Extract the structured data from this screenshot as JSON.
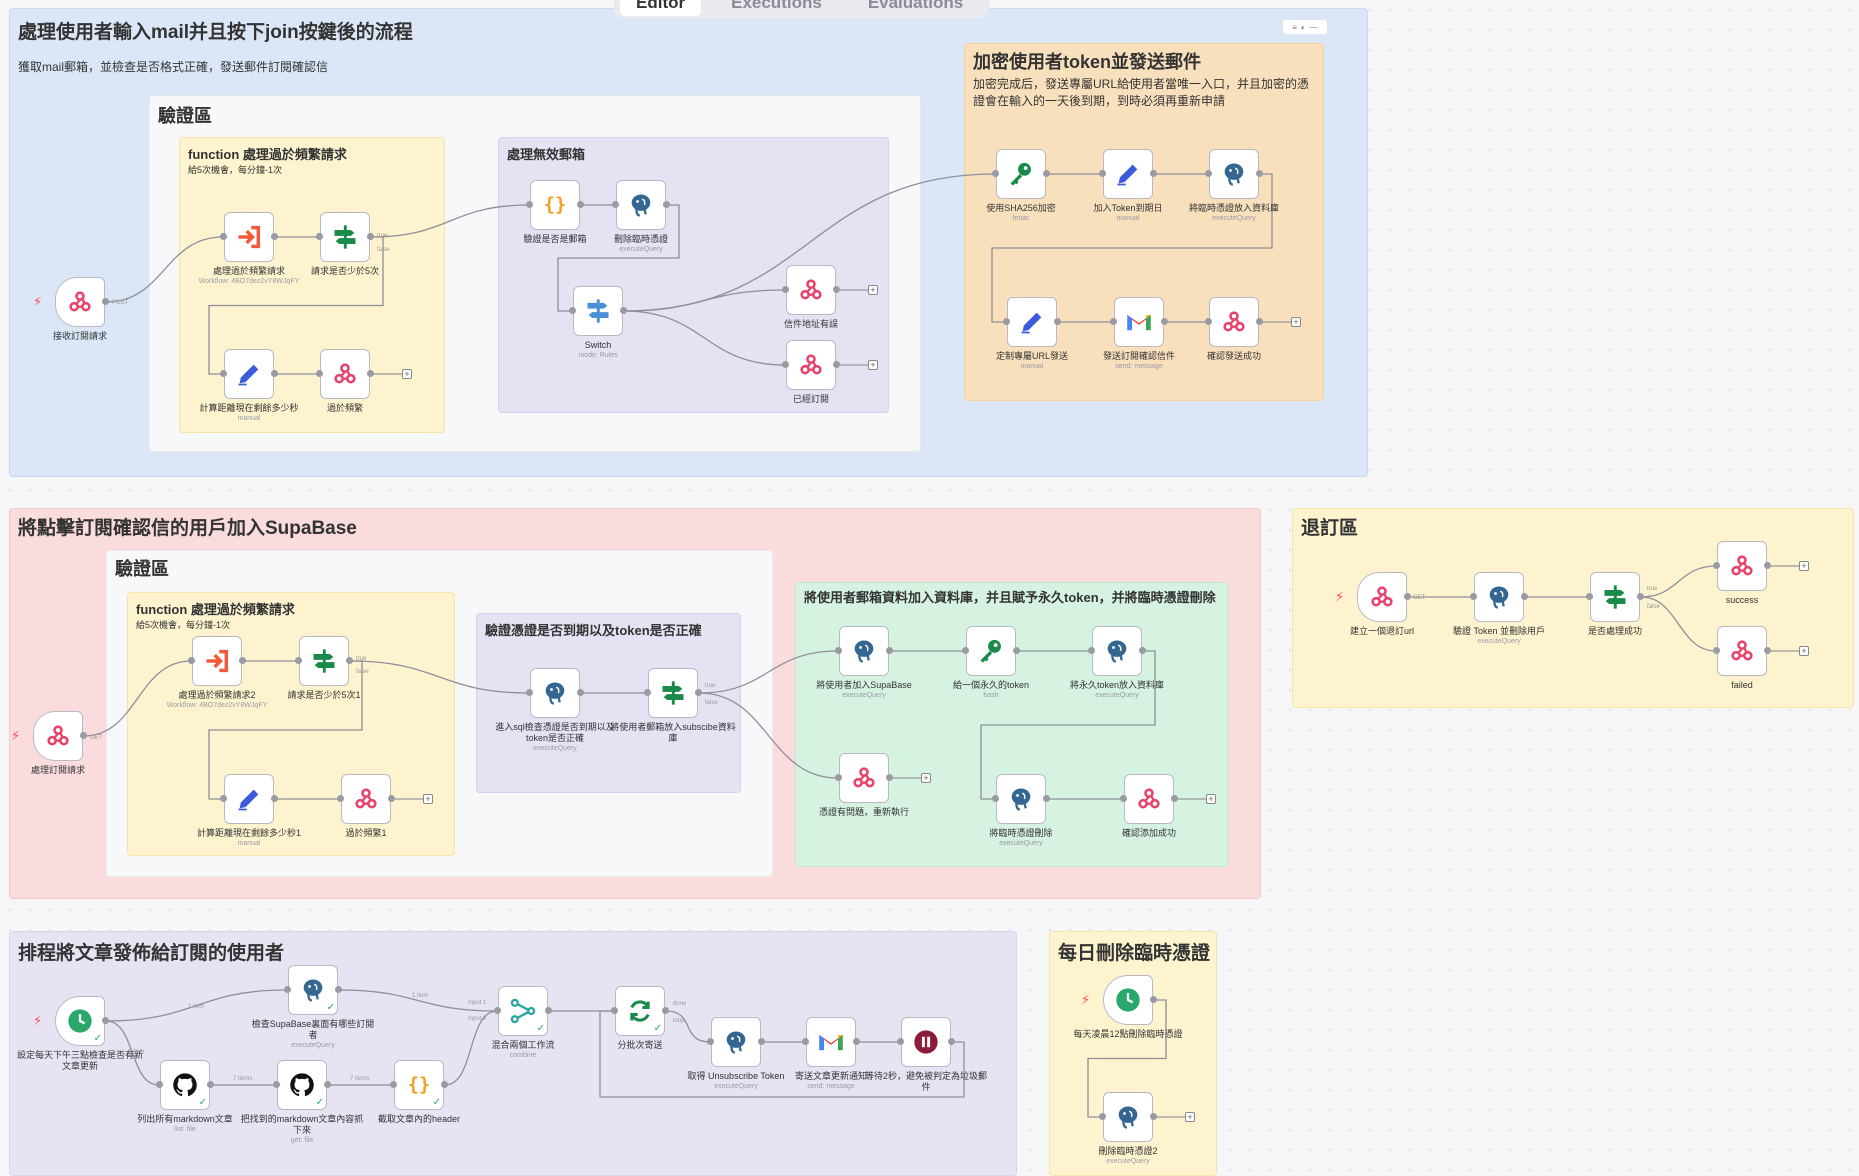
{
  "tabs": [
    {
      "label": "Editor"
    },
    {
      "label": "Executions"
    },
    {
      "label": "Evaluations"
    }
  ],
  "sticky_notes": [
    {
      "id": "s1",
      "title": "處理使用者輸入mail并且按下join按鍵後的流程",
      "subtitle": "獲取mail郵箱，並檢查是否格式正確，發送郵件訂閱確認信"
    },
    {
      "id": "s2",
      "title": "驗證區"
    },
    {
      "id": "s3",
      "title": "function 處理過於頻繁請求",
      "subtitle": "給5次機會，每分鐘-1次"
    },
    {
      "id": "s4",
      "title": "處理無效郵箱"
    },
    {
      "id": "s5",
      "title": "加密使用者token並發送郵件",
      "subtitle": "加密完成后，發送專屬URL給使用者當唯一入口，并且加密的憑證會在輸入的一天後到期，到時必須再重新申請"
    },
    {
      "id": "s6",
      "title": "將點擊訂閱確認信的用戶加入SupaBase"
    },
    {
      "id": "s7",
      "title": "驗證區"
    },
    {
      "id": "s8",
      "title": "function 處理過於頻繁請求",
      "subtitle": "給5次機會，每分鐘-1次"
    },
    {
      "id": "s9",
      "title": "驗證憑證是否到期以及token是否正確"
    },
    {
      "id": "s10",
      "title": "將使用者郵箱資料加入資料庫，并且賦予永久token，并將臨時憑證刪除"
    },
    {
      "id": "s11",
      "title": "退訂區"
    },
    {
      "id": "s12",
      "title": "排程將文章發佈給訂閱的使用者"
    },
    {
      "id": "s13",
      "title": "每日刪除臨時憑證"
    }
  ],
  "nodes": [
    {
      "id": "n1",
      "label": "接收訂閱請求",
      "sub": "",
      "icon": "webhook-icon"
    },
    {
      "id": "n2",
      "label": "處理過於頻繁請求",
      "sub": "Workflow: 4BO7dez2vY8WJqFY",
      "icon": "execute-workflow-icon"
    },
    {
      "id": "n3",
      "label": "請求是否少於5次",
      "sub": "",
      "icon": "if-icon"
    },
    {
      "id": "n4",
      "label": "計算距離現在剩餘多少秒",
      "sub": "manual",
      "icon": "edit-fields-icon"
    },
    {
      "id": "n5",
      "label": "過於頻繁",
      "sub": "",
      "icon": "webhook-response-icon"
    },
    {
      "id": "n6",
      "label": "驗證是否是郵箱",
      "sub": "",
      "icon": "code-icon"
    },
    {
      "id": "n7",
      "label": "刪除臨時憑證",
      "sub": "executeQuery",
      "icon": "postgres-icon"
    },
    {
      "id": "n8",
      "label": "Switch",
      "sub": "mode: Rules",
      "icon": "switch-icon"
    },
    {
      "id": "n9",
      "label": "信件地址有誤",
      "sub": "",
      "icon": "webhook-response-icon"
    },
    {
      "id": "n10",
      "label": "已經訂閱",
      "sub": "",
      "icon": "webhook-response-icon"
    },
    {
      "id": "n11",
      "label": "使用SHA256加密",
      "sub": "hmac",
      "icon": "crypto-icon"
    },
    {
      "id": "n12",
      "label": "加入Token到期日",
      "sub": "manual",
      "icon": "edit-fields-icon"
    },
    {
      "id": "n13",
      "label": "將臨時憑證放入資料庫",
      "sub": "executeQuery",
      "icon": "postgres-icon"
    },
    {
      "id": "n14",
      "label": "定制專屬URL發送",
      "sub": "manual",
      "icon": "edit-fields-icon"
    },
    {
      "id": "n15",
      "label": "發送訂閱確認信件",
      "sub": "send: message",
      "icon": "gmail-icon"
    },
    {
      "id": "n16",
      "label": "確認發送成功",
      "sub": "",
      "icon": "webhook-response-icon"
    },
    {
      "id": "n17",
      "label": "處理訂閱請求",
      "sub": "",
      "icon": "webhook-icon"
    },
    {
      "id": "n18",
      "label": "處理過於頻繁請求2",
      "sub": "Workflow: 4BO7dez2vY8WJqFY",
      "icon": "execute-workflow-icon"
    },
    {
      "id": "n19",
      "label": "請求是否少於5次1",
      "sub": "",
      "icon": "if-icon"
    },
    {
      "id": "n20",
      "label": "計算距離現在剩餘多少秒1",
      "sub": "manual",
      "icon": "edit-fields-icon"
    },
    {
      "id": "n21",
      "label": "過於頻繁1",
      "sub": "",
      "icon": "webhook-response-icon"
    },
    {
      "id": "n22",
      "label": "進入sql檢查憑證是否到期以及token是否正確",
      "sub": "executeQuery",
      "icon": "postgres-icon"
    },
    {
      "id": "n23",
      "label": "將使用者郵箱放入subscibe資料庫",
      "sub": "",
      "icon": "if-icon"
    },
    {
      "id": "n24",
      "label": "將使用者加入SupaBase",
      "sub": "executeQuery",
      "icon": "postgres-icon"
    },
    {
      "id": "n25",
      "label": "給一個永久的token",
      "sub": "hash",
      "icon": "crypto-icon"
    },
    {
      "id": "n26",
      "label": "將永久token放入資料庫",
      "sub": "executeQuery",
      "icon": "postgres-icon"
    },
    {
      "id": "n27",
      "label": "憑證有問題，重新執行",
      "sub": "",
      "icon": "webhook-response-icon"
    },
    {
      "id": "n28",
      "label": "將臨時憑證刪除",
      "sub": "executeQuery",
      "icon": "postgres-icon"
    },
    {
      "id": "n29",
      "label": "確認添加成功",
      "sub": "",
      "icon": "webhook-response-icon"
    },
    {
      "id": "n30",
      "label": "建立一個退訂url",
      "sub": "",
      "icon": "webhook-icon"
    },
    {
      "id": "n31",
      "label": "驗證 Token 並刪除用戶",
      "sub": "executeQuery",
      "icon": "postgres-icon"
    },
    {
      "id": "n32",
      "label": "是否處理成功",
      "sub": "",
      "icon": "if-icon"
    },
    {
      "id": "n33",
      "label": "success",
      "sub": "",
      "icon": "webhook-response-icon"
    },
    {
      "id": "n34",
      "label": "failed",
      "sub": "",
      "icon": "webhook-response-icon"
    },
    {
      "id": "n35",
      "label": "設定每天下午三點檢查是否有新文章更新",
      "sub": "",
      "icon": "schedule-icon"
    },
    {
      "id": "n36",
      "label": "檢查SupaBase裏面有哪些訂閱者",
      "sub": "executeQuery",
      "icon": "postgres-icon"
    },
    {
      "id": "n37",
      "label": "列出所有markdown文章",
      "sub": "list: file",
      "icon": "github-icon"
    },
    {
      "id": "n38",
      "label": "把找到的markdown文章內容抓下來",
      "sub": "get: file",
      "icon": "github-icon"
    },
    {
      "id": "n39",
      "label": "截取文章內的header",
      "sub": "",
      "icon": "code-icon"
    },
    {
      "id": "n40",
      "label": "混合兩個工作流",
      "sub": "combine",
      "icon": "merge-icon"
    },
    {
      "id": "n41",
      "label": "分批次寄送",
      "sub": "",
      "icon": "loop-icon"
    },
    {
      "id": "n42",
      "label": "取得 Unsubscribe Token",
      "sub": "executeQuery",
      "icon": "postgres-icon"
    },
    {
      "id": "n43",
      "label": "寄送文章更新通知",
      "sub": "send: message",
      "icon": "gmail-icon"
    },
    {
      "id": "n44",
      "label": "等待2秒，避免被判定為垃圾郵件",
      "sub": "",
      "icon": "wait-icon"
    },
    {
      "id": "n45",
      "label": "每天凌晨12點刪除臨時憑證",
      "sub": "",
      "icon": "schedule-icon"
    },
    {
      "id": "n46",
      "label": "刪除臨時憑證2",
      "sub": "executeQuery",
      "icon": "postgres-icon"
    }
  ],
  "edge_labels": {
    "post": "POST",
    "get": "GET",
    "true": "true",
    "false": "false",
    "one_item": "1 item",
    "seven_items": "7 items",
    "input1": "Input 1",
    "input2": "Input 2",
    "done": "done",
    "loop": "loop"
  },
  "colors": {
    "webhook": "#e8436b",
    "postgres": "#336791",
    "if": "#1a8a4a",
    "edit": "#3b5bdb",
    "exec": "#f05a3c",
    "code": "#f0a020",
    "switch": "#4a90d9",
    "crypto": "#1a8a4a",
    "schedule": "#2aa86b",
    "github": "#111111",
    "merge": "#27a6a0",
    "loop": "#1a8a4a",
    "wait": "#8b1c3a",
    "trigger_bolt": "#ff4d4f"
  },
  "toolbar_mini": {
    "a": "≡",
    "b": "◐",
    "c": "—"
  }
}
